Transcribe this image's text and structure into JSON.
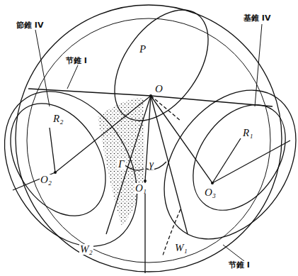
{
  "diagram": {
    "labels": [
      "節錐 IV",
      "节錐 I",
      "基錐 IV",
      "节錐 I",
      "P",
      "O",
      "R₂",
      "R₁",
      "O₂",
      "O₃",
      "O₁",
      "Γ",
      "γ",
      "W₂",
      "W₁"
    ]
  }
}
